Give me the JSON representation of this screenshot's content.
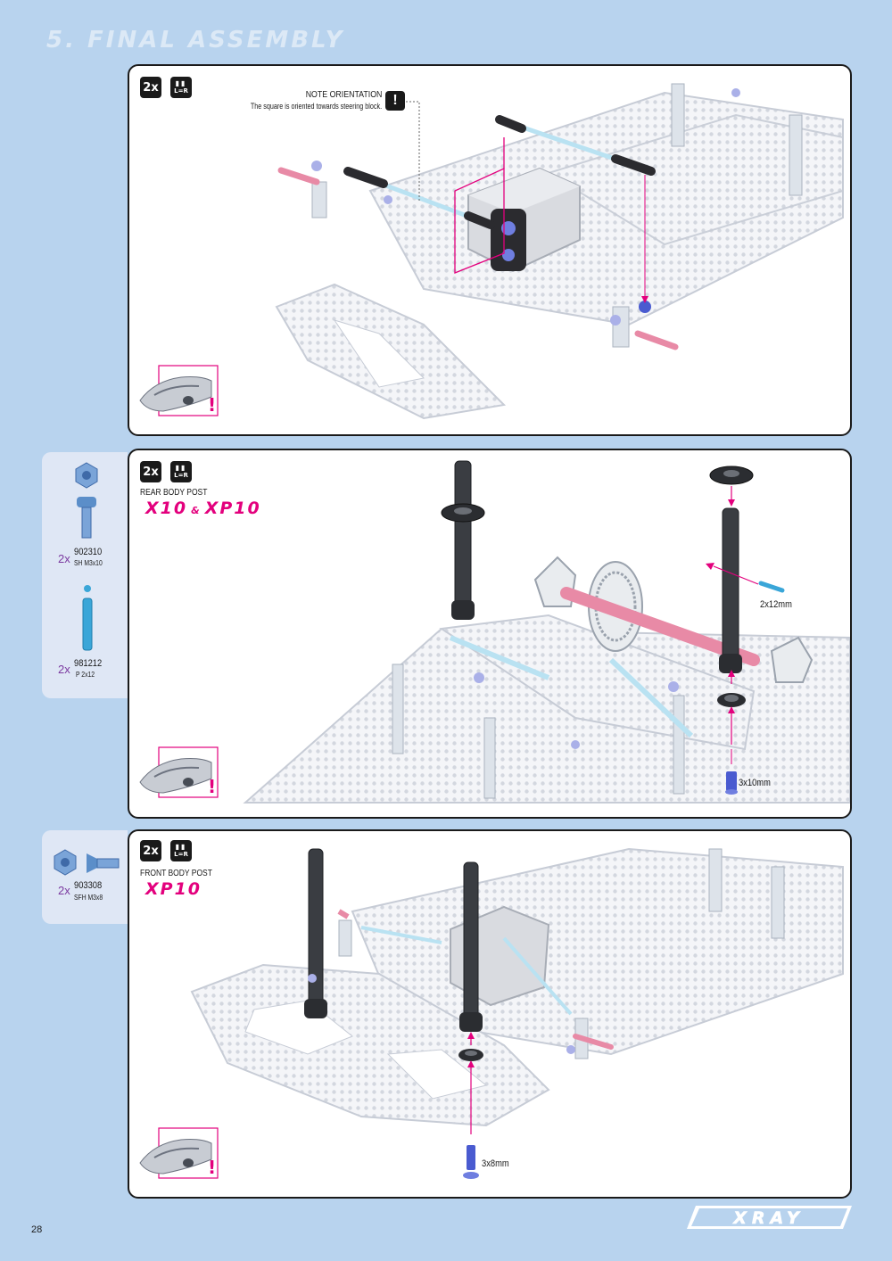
{
  "page": {
    "section_title": "5. FINAL ASSEMBLY",
    "page_number": "28",
    "brand_logo_text": "XRAY"
  },
  "colors": {
    "background": "#b8d3ee",
    "panel_border": "#1a1a1a",
    "model_accent": "#e3007d",
    "qty_purple": "#7b3aa0",
    "part_blue": "#3aa6d8"
  },
  "step1": {
    "qty_badge": "2x",
    "lr_badge": "L=R",
    "note_heading": "NOTE ORIENTATION",
    "note_text": "The square is oriented towards steering block.",
    "warning_glyph": "!",
    "car_icon": "car-warning-icon"
  },
  "step2": {
    "qty_badge": "2x",
    "lr_badge": "L=R",
    "label": "REAR BODY POST",
    "models": [
      "X10",
      "XP10"
    ],
    "model_joiner": "&",
    "dims": [
      "2x12mm",
      "3x10mm"
    ],
    "parts": [
      {
        "qty": "2x",
        "number": "902310",
        "spec": "SH M3x10",
        "icon": "socket-head-screw-icon"
      },
      {
        "qty": "2x",
        "number": "981212",
        "spec": "P 2x12",
        "icon": "pin-icon"
      }
    ],
    "car_icon": "car-warning-icon"
  },
  "step3": {
    "qty_badge": "2x",
    "lr_badge": "L=R",
    "label": "FRONT BODY POST",
    "models": [
      "XP10"
    ],
    "dims": [
      "3x8mm"
    ],
    "parts": [
      {
        "qty": "2x",
        "number": "903308",
        "spec": "SFH M3x8",
        "icon": "flat-head-screw-icon"
      }
    ],
    "car_icon": "car-warning-icon"
  }
}
